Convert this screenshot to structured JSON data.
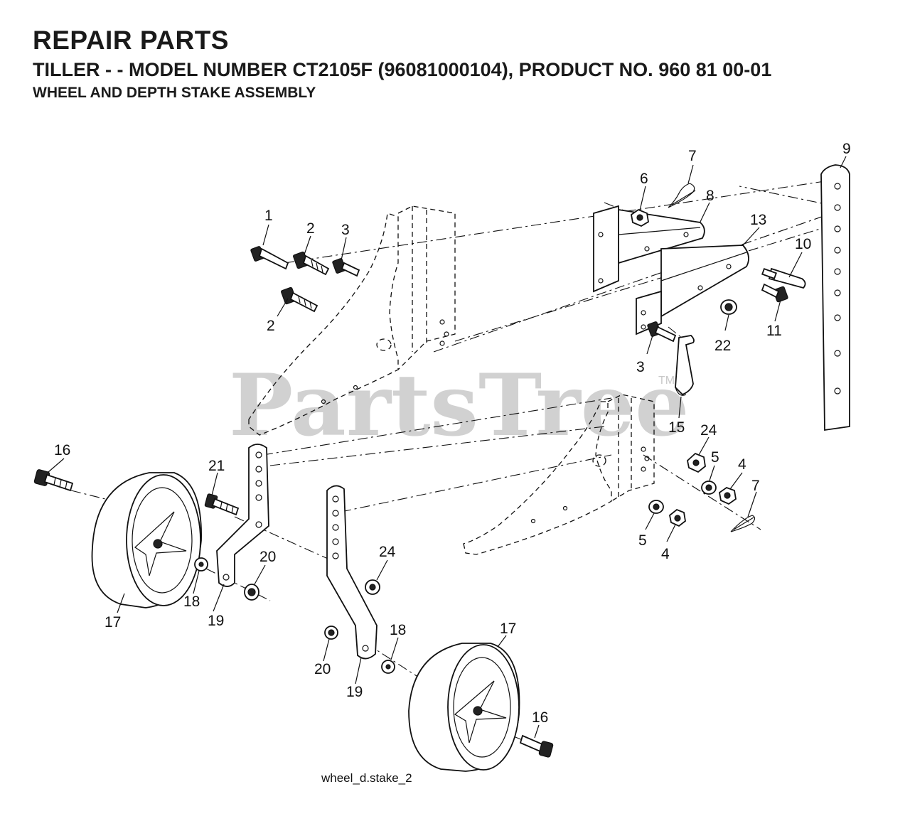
{
  "header": {
    "title": "REPAIR PARTS",
    "subtitle": "TILLER - - MODEL NUMBER CT2105F (96081000104), PRODUCT NO. 960 81 00-01",
    "section": "WHEEL AND DEPTH STAKE ASSEMBLY"
  },
  "watermark": {
    "text": "PartsTree",
    "tm": "TM"
  },
  "caption": "wheel_d.stake_2",
  "callouts": {
    "c1": "1",
    "c2a": "2",
    "c2b": "2",
    "c3a": "3",
    "c3b": "3",
    "c4a": "4",
    "c4b": "4",
    "c5a": "5",
    "c5b": "5",
    "c6": "6",
    "c7a": "7",
    "c7b": "7",
    "c8": "8",
    "c9": "9",
    "c10": "10",
    "c11": "11",
    "c13": "13",
    "c15": "15",
    "c16a": "16",
    "c16b": "16",
    "c17a": "17",
    "c17b": "17",
    "c18a": "18",
    "c18b": "18",
    "c19a": "19",
    "c19b": "19",
    "c20a": "20",
    "c20b": "20",
    "c21": "21",
    "c22": "22",
    "c24a": "24",
    "c24b": "24"
  }
}
